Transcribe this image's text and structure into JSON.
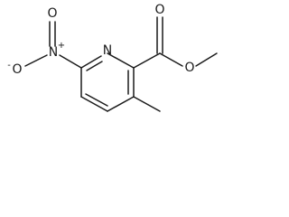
{
  "molecule": {
    "atoms": {
      "ring_n": "N",
      "nitro_n": "N",
      "nitro_o_upper": "O",
      "nitro_o_lower": "O",
      "carbonyl_o": "O",
      "ester_o": "O"
    },
    "charges": {
      "nitro_n": "+",
      "nitro_o_lower": "-"
    }
  }
}
